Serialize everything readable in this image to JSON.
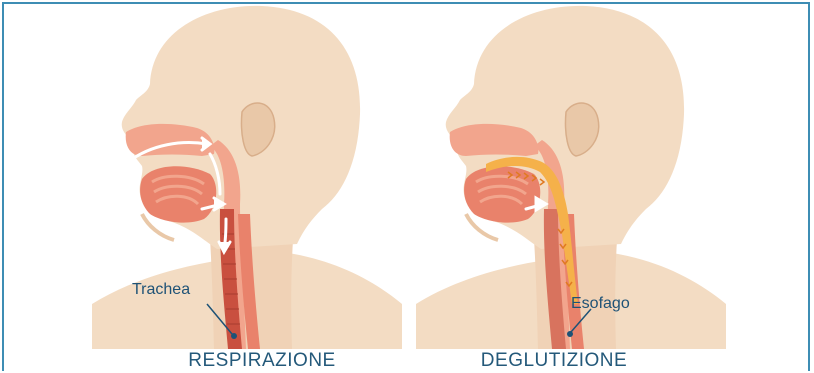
{
  "labels": {
    "left_callout": "Trachea",
    "right_callout": "Esofago"
  },
  "captions": {
    "left": "RESPIRAZIONE",
    "right": "DEGLUTIZIONE"
  },
  "colors": {
    "frame": "#3d8db4",
    "skin": "#f3dcc3",
    "skin_shadow": "#e9c8a8",
    "tissue": "#f2a58d",
    "tissue_dark": "#e9826b",
    "airway": "#c9503f",
    "food": "#f5b14a",
    "arrow": "#ffffff",
    "caption": "#24597a"
  },
  "icons": [
    "air-flow-arrows",
    "food-bolus-arrows"
  ]
}
